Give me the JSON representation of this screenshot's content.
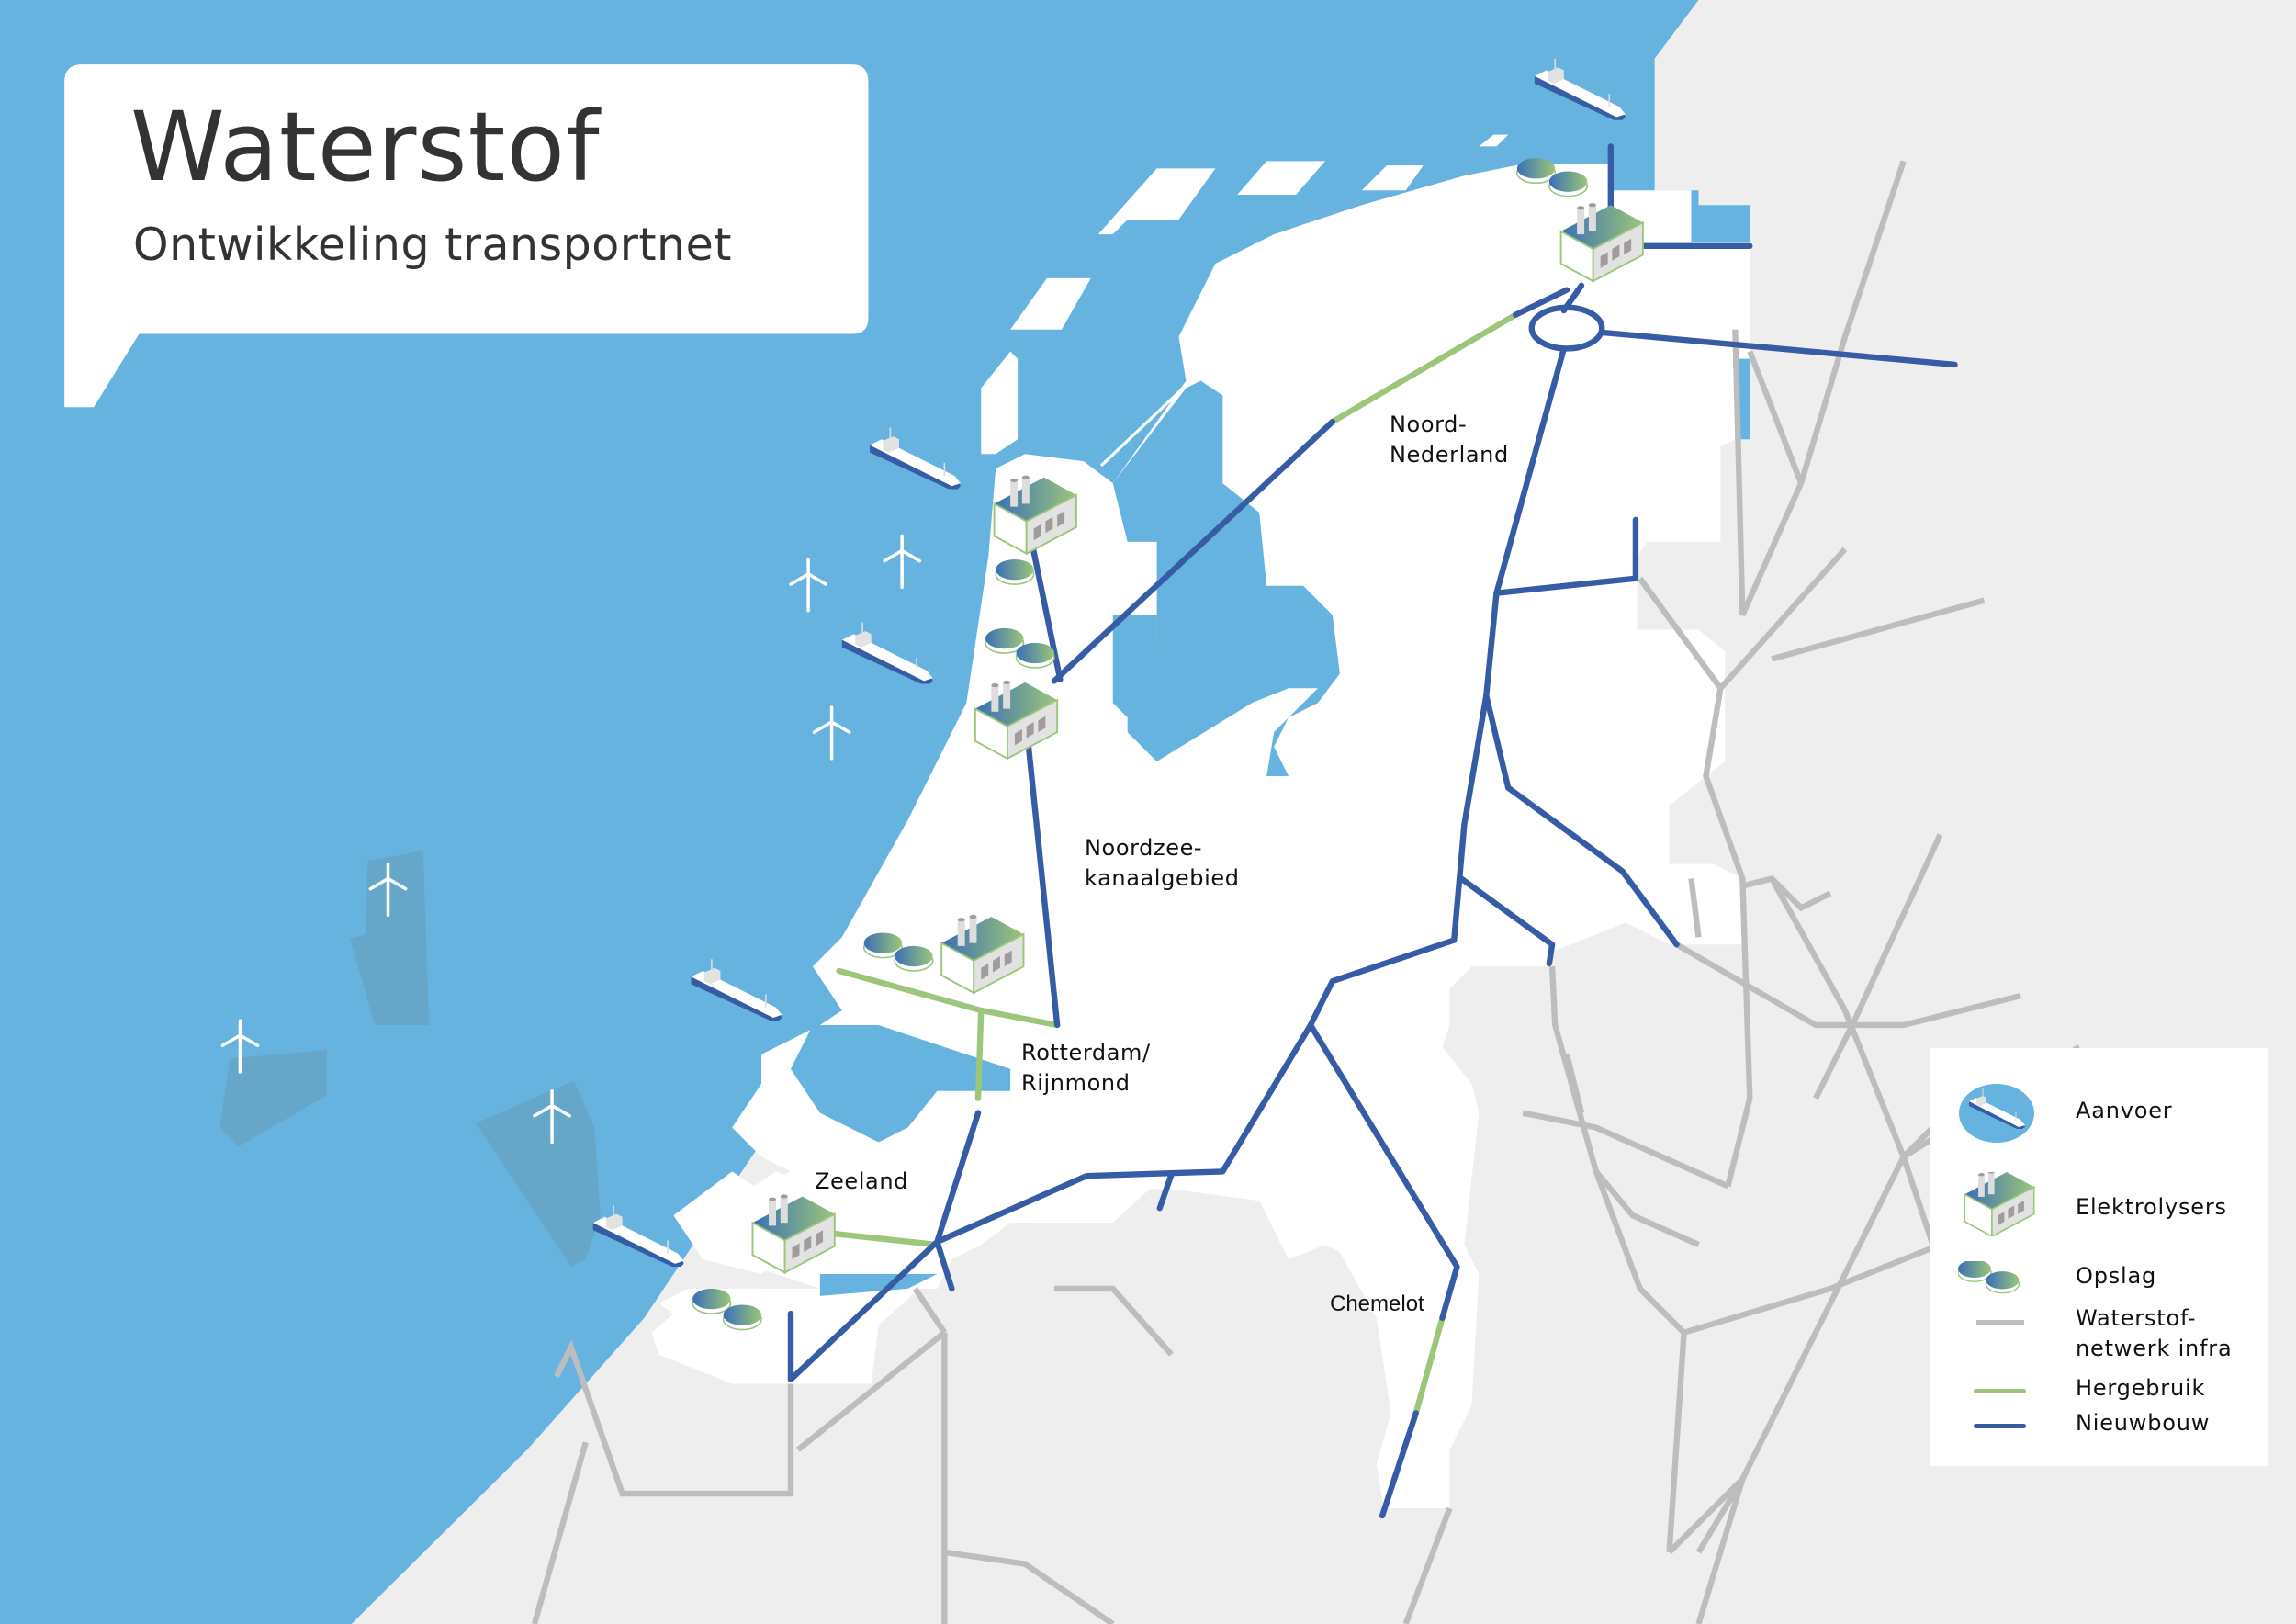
{
  "header": {
    "title": "Waterstof",
    "subtitle": "Ontwikkeling transportnet"
  },
  "regions": [
    {
      "id": "noord-nederland",
      "line1": "Noord-",
      "line2": "Nederland"
    },
    {
      "id": "noordzeekanaalgebied",
      "line1": "Noordzee-",
      "line2": "kanaalgebied"
    },
    {
      "id": "rotterdam-rijnmond",
      "line1": "Rotterdam/",
      "line2": "Rijnmond"
    },
    {
      "id": "zeeland",
      "line1": "Zeeland"
    }
  ],
  "places": {
    "chemelot": "Chemelot"
  },
  "legend": {
    "items": [
      {
        "icon": "ship-icon",
        "label": "Aanvoer"
      },
      {
        "icon": "factory-icon",
        "label": "Elektrolysers"
      },
      {
        "icon": "storage-tanks-icon",
        "label": "Opslag"
      },
      {
        "icon": "gray-line",
        "label_line1": "Waterstof-",
        "label_line2": "netwerk infra"
      },
      {
        "icon": "green-line",
        "label": "Hergebruik"
      },
      {
        "icon": "blue-line",
        "label": "Nieuwbouw"
      }
    ]
  },
  "colors": {
    "sea": "#66b3df",
    "sea_dark_patch": "#66a6c9",
    "land_nl": "#ffffff",
    "land_foreign": "#eeeeee",
    "infra_gray": "#bcbdbf",
    "hergebruik_green": "#9cc67a",
    "nieuwbouw_blue": "#355ca4",
    "text_dark": "#333333"
  }
}
